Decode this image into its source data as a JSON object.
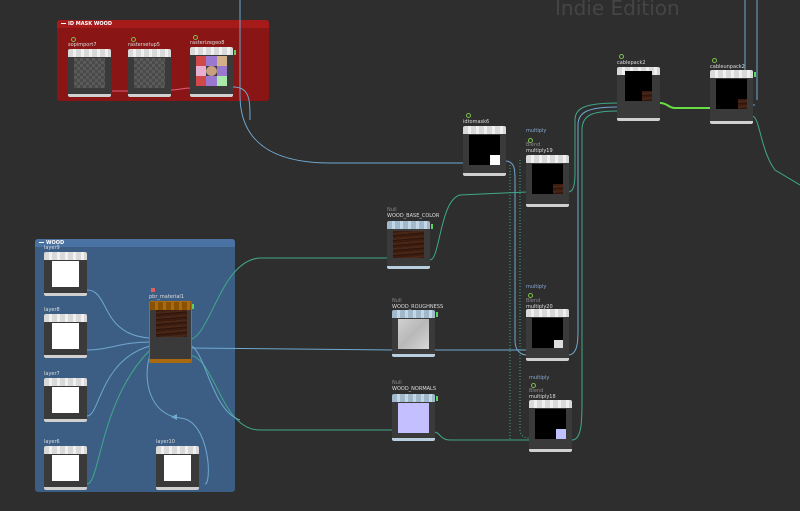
{
  "watermark": "Indie Edition",
  "network_boxes": {
    "id_mask": {
      "title": "ID MASK WOOD",
      "color": "#8a1515"
    },
    "wood": {
      "title": "WOOD",
      "color": "#3d5e84"
    }
  },
  "nodes": {
    "sopimport7": {
      "name": "sopimport7",
      "thumb": "checker"
    },
    "rastersetup5": {
      "name": "rastersetup5",
      "thumb": "checker"
    },
    "rasterizegeo8": {
      "name": "rasterizegeo8",
      "thumb": "id-mask"
    },
    "idtomask6": {
      "name": "idtomask6",
      "thumb": "mask"
    },
    "multiply19": {
      "tag": "multiply",
      "category": "Blend",
      "name": "multiply19"
    },
    "multiply20": {
      "tag": "multiply",
      "category": "Blend",
      "name": "multiply20"
    },
    "multiply18": {
      "tag": "multiply",
      "category": "Blend",
      "name": "multiply18"
    },
    "cablepack2": {
      "name": "cablepack2"
    },
    "cableunpack2": {
      "name": "cableunpack2"
    },
    "wood_base_color": {
      "category": "Null",
      "name": "WOOD_BASE_COLOR"
    },
    "wood_roughness": {
      "category": "Null",
      "name": "WOOD_ROUGHNESS"
    },
    "wood_normals": {
      "category": "Null",
      "name": "WOOD_NORMALS"
    },
    "pbr_material1": {
      "name": "pbr_material1"
    },
    "layer9": {
      "name": "layer9"
    },
    "layer8": {
      "name": "layer8"
    },
    "layer7": {
      "name": "layer7"
    },
    "layer6": {
      "name": "layer6"
    },
    "layer10": {
      "name": "layer10"
    }
  },
  "colors": {
    "background": "#2e2e2e",
    "wire_blue": "#6fa8d0",
    "wire_green": "#3fa88a",
    "wire_bright_green": "#66dd44",
    "wire_pink": "#e05a7a"
  }
}
